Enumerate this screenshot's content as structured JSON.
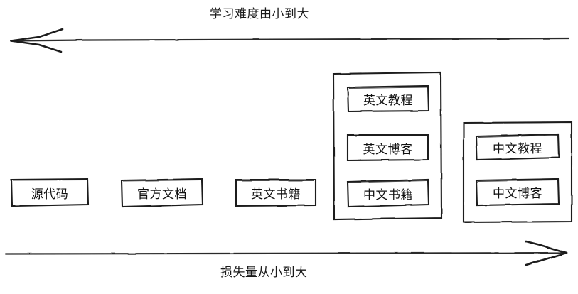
{
  "diagram": {
    "title_top": "学习难度由小到大",
    "title_bottom": "损失量从小到大",
    "stroke_color": "#1a1a1a",
    "background_color": "#ffffff",
    "text_color": "#111111"
  },
  "axes": {
    "top": {
      "label": "学习难度由小到大",
      "direction": "left",
      "arrow_name": "left-arrow"
    },
    "bottom": {
      "label": "损失量从小到大",
      "direction": "right",
      "arrow_name": "right-arrow"
    }
  },
  "nodes": [
    {
      "id": "source-code",
      "label": "源代码"
    },
    {
      "id": "official-docs",
      "label": "官方文档"
    },
    {
      "id": "english-books",
      "label": "英文书籍"
    },
    {
      "id": "english-tutorial",
      "label": "英文教程"
    },
    {
      "id": "english-blog",
      "label": "英文博客"
    },
    {
      "id": "chinese-books",
      "label": "中文书籍"
    },
    {
      "id": "chinese-tutorial",
      "label": "中文教程"
    },
    {
      "id": "chinese-blog",
      "label": "中文博客"
    }
  ],
  "groups": [
    {
      "id": "group-english-media",
      "members": [
        "英文教程",
        "英文博客",
        "中文书籍"
      ]
    },
    {
      "id": "group-chinese-media",
      "members": [
        "中文教程",
        "中文博客"
      ]
    }
  ]
}
